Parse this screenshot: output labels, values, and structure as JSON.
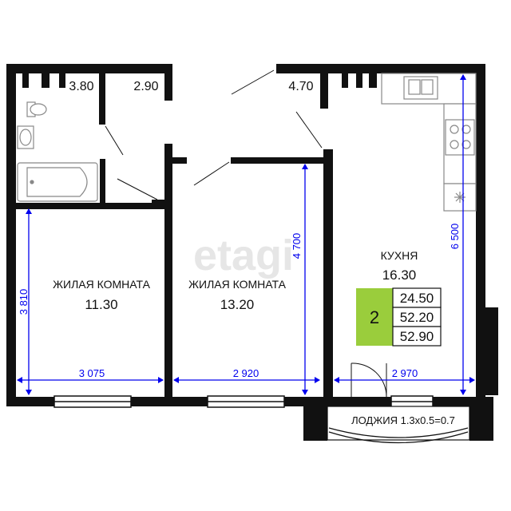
{
  "watermark": "etagi",
  "colors": {
    "wall": "#111111",
    "dimension": "#0000ee",
    "badge": "#9acd3c",
    "background": "#ffffff"
  },
  "rooms": {
    "living1": {
      "label": "ЖИЛАЯ КОМНАТА",
      "area": "11.30"
    },
    "living2": {
      "label": "ЖИЛАЯ КОМНАТА",
      "area": "13.20"
    },
    "kitchen": {
      "label": "КУХНЯ",
      "area": "16.30"
    },
    "bathroom": {
      "area": "3.80"
    },
    "corridor": {
      "area": "2.90"
    },
    "hall": {
      "area": "4.70"
    },
    "loggia": {
      "label": "ЛОДЖИЯ 1.3x0.5=0.7"
    }
  },
  "dimensions": {
    "living1_height": "3 810",
    "living1_width": "3 075",
    "living2_height": "4 700",
    "living2_width": "2 920",
    "kitchen_height": "6 500",
    "kitchen_width": "2 970"
  },
  "summary": {
    "rooms_count": "2",
    "areas": [
      "24.50",
      "52.20",
      "52.90"
    ]
  }
}
